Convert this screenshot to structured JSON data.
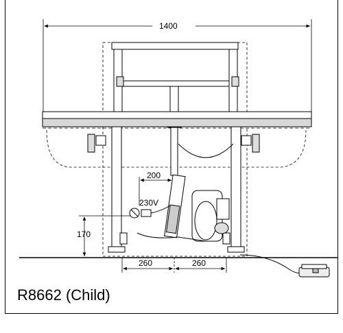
{
  "diagram": {
    "caption": "R8662 (Child)",
    "dimensions": {
      "overall_width": "1400",
      "motor_offset": "200",
      "voltage": "230V",
      "height": "170",
      "left_half": "260",
      "right_half": "260"
    }
  }
}
